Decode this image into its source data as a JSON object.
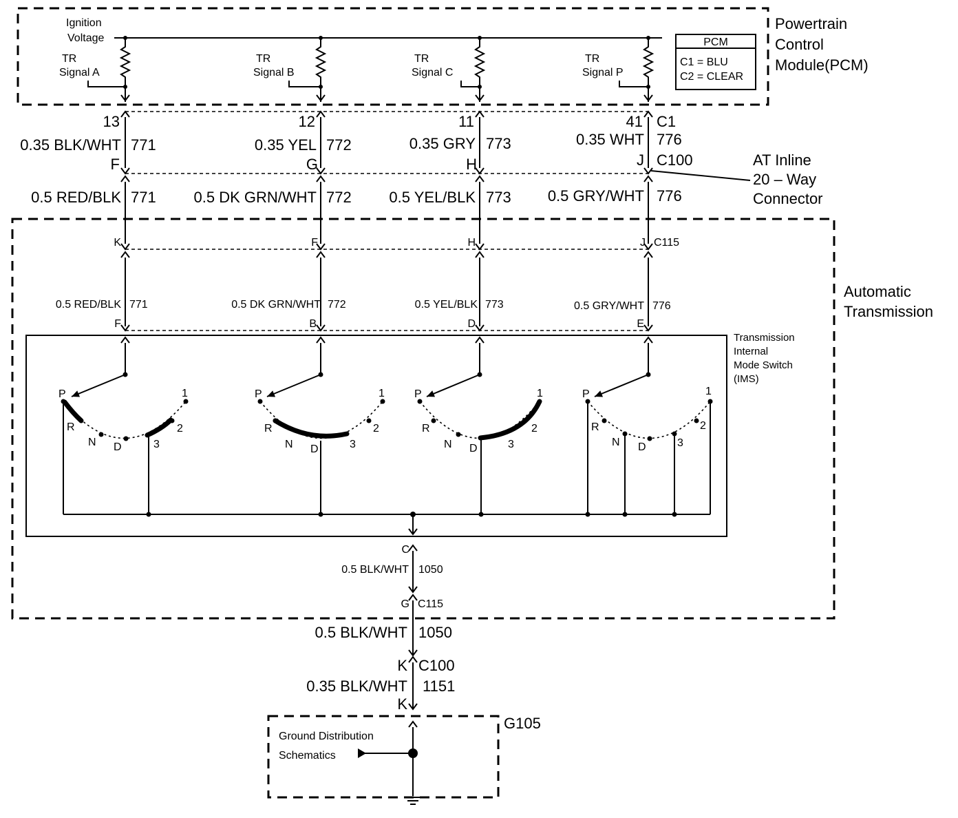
{
  "pcm": {
    "title": [
      "Powertrain",
      "Control",
      "Module(PCM)"
    ],
    "ignition_voltage": [
      "Ignition",
      "Voltage"
    ],
    "signals": [
      {
        "line1": "TR",
        "line2": "Signal A",
        "pin": "13"
      },
      {
        "line1": "TR",
        "line2": "Signal B",
        "pin": "12"
      },
      {
        "line1": "TR",
        "line2": "Signal C",
        "pin": "11"
      },
      {
        "line1": "TR",
        "line2": "Signal P",
        "pin": "41"
      }
    ],
    "legend": {
      "title": "PCM",
      "c1": "C1 = BLU",
      "c2": "C2 = CLEAR"
    },
    "connector": "C1"
  },
  "pcm_wires": [
    {
      "gauge_color": "0.35 BLK/WHT",
      "circuit": "771"
    },
    {
      "gauge_color": "0.35 YEL",
      "circuit": "772"
    },
    {
      "gauge_color": "0.35 GRY",
      "circuit": "773"
    },
    {
      "gauge_color": "0.35 WHT",
      "circuit": "776"
    }
  ],
  "c100": {
    "name": "C100",
    "pins": [
      "F",
      "G",
      "H",
      "J"
    ],
    "label": [
      "AT Inline",
      "20 – Way",
      "Connector"
    ]
  },
  "harness_wires": [
    {
      "gauge_color": "0.5 RED/BLK",
      "circuit": "771"
    },
    {
      "gauge_color": "0.5 DK GRN/WHT",
      "circuit": "772"
    },
    {
      "gauge_color": "0.5 YEL/BLK",
      "circuit": "773"
    },
    {
      "gauge_color": "0.5 GRY/WHT",
      "circuit": "776"
    }
  ],
  "transmission": {
    "title": [
      "Automatic",
      "Transmission"
    ],
    "c115": {
      "name": "C115",
      "pins": [
        "K",
        "F",
        "H",
        "J"
      ]
    },
    "inner_wires": [
      {
        "gauge_color": "0.5 RED/BLK",
        "circuit": "771"
      },
      {
        "gauge_color": "0.5 DK GRN/WHT",
        "circuit": "772"
      },
      {
        "gauge_color": "0.5 YEL/BLK",
        "circuit": "773"
      },
      {
        "gauge_color": "0.5 GRY/WHT",
        "circuit": "776"
      }
    ],
    "ims_pins": [
      "F",
      "B",
      "D",
      "E"
    ],
    "ims_label": [
      "Transmission",
      "Internal",
      "Mode Switch",
      "(IMS)"
    ],
    "positions": [
      "P",
      "R",
      "N",
      "D",
      "3",
      "2",
      "1"
    ],
    "ground": {
      "ims_pin": "C",
      "wire": {
        "gauge_color": "0.5 BLK/WHT",
        "circuit": "1050"
      },
      "c115_pin": "G",
      "c115_name": "C115"
    }
  },
  "ground_path": {
    "wire1": {
      "gauge_color": "0.5 BLK/WHT",
      "circuit": "1050"
    },
    "c100_pin": "K",
    "c100_name": "C100",
    "wire2": {
      "gauge_color": "0.35 BLK/WHT",
      "circuit": "1151"
    },
    "pin_below": "K",
    "ground_name": "G105",
    "ref": [
      "Ground Distribution",
      "Schematics"
    ]
  }
}
